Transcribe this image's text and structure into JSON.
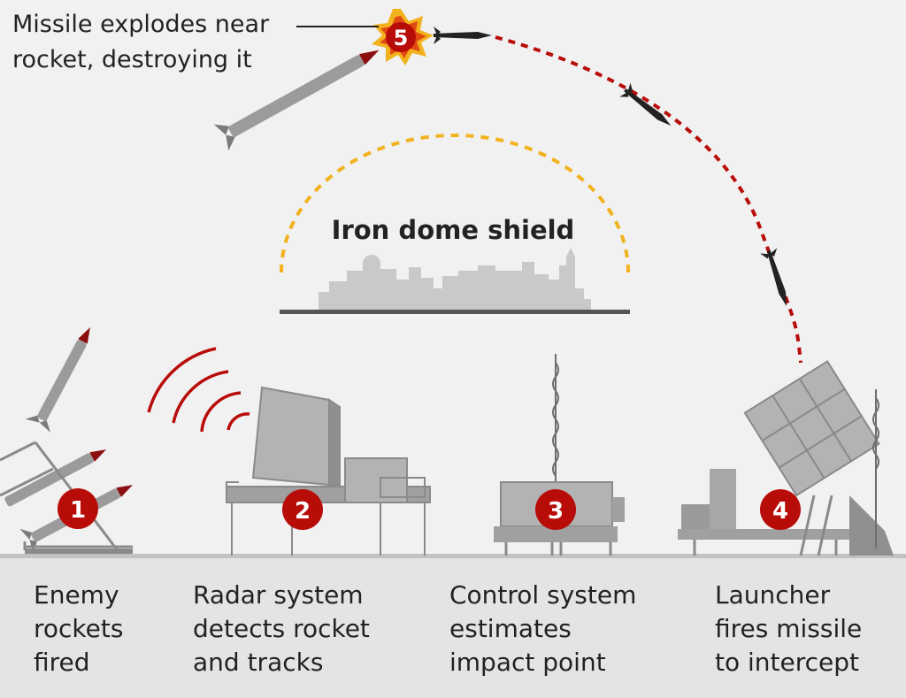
{
  "callout": {
    "line1": "Missile explodes near",
    "line2": "rocket, destroying it"
  },
  "shield_label": "Iron dome shield",
  "steps": [
    {
      "number": "1",
      "lines": [
        "Enemy",
        "rockets",
        "fired"
      ]
    },
    {
      "number": "2",
      "lines": [
        "Radar system",
        "detects rocket",
        "and tracks"
      ]
    },
    {
      "number": "3",
      "lines": [
        "Control system",
        "estimates",
        "impact point"
      ]
    },
    {
      "number": "4",
      "lines": [
        "Launcher",
        "fires missile",
        "to intercept"
      ]
    },
    {
      "number": "5",
      "lines": []
    }
  ],
  "colors": {
    "background": "#f1f1f1",
    "badge": "#b80c09",
    "dome": "#f2b21e",
    "trajectory": "#b80c09",
    "equipment": "#9a9a9a",
    "skyline": "#c8c8c8",
    "ground": "#c8c8c8",
    "explosion_outer": "#f2b21e",
    "explosion_inner": "#e14b12"
  }
}
